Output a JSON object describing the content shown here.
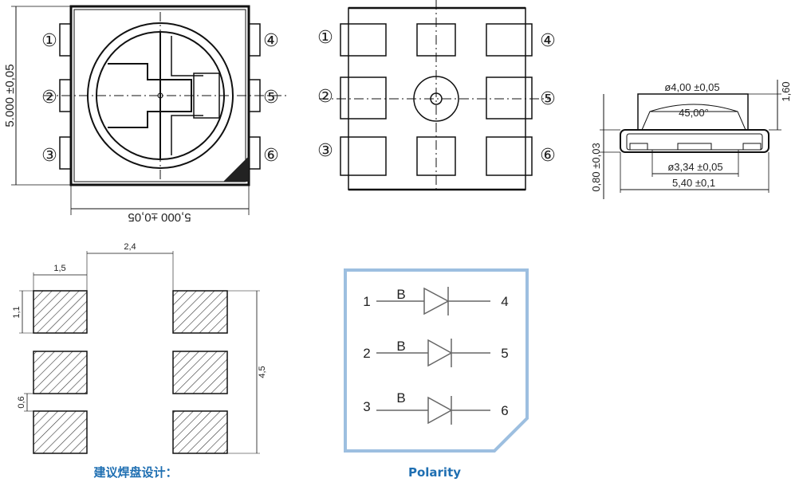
{
  "top_view": {
    "pins_left": [
      "①",
      "②",
      "③"
    ],
    "pins_right": [
      "④",
      "⑤",
      "⑥"
    ],
    "dim_height": "5.000 ±0,05",
    "dim_width": "5,000 ±0,05"
  },
  "bottom_view": {
    "pins_left": [
      "①",
      "②",
      "③"
    ],
    "pins_right": [
      "④",
      "⑤",
      "⑥"
    ]
  },
  "side_view": {
    "dia_top": "ø4,00 ±0,05",
    "angle": "45,00°",
    "dia_bottom": "ø3,34 ±0,05",
    "width": "5,40 ±0,1",
    "height_left": "0,80 ±0,03",
    "height_right": "1,60"
  },
  "footprint": {
    "dim_pitch": "2,4",
    "dim_pad_w": "1,5",
    "dim_pad_h": "1,1",
    "dim_total_h": "4,5",
    "dim_gap": "0,6",
    "caption": "建议焊盘设计："
  },
  "polarity": {
    "rows": [
      {
        "left": "1",
        "label": "B",
        "right": "4"
      },
      {
        "left": "2",
        "label": "B",
        "right": "5"
      },
      {
        "left": "3",
        "label": "B",
        "right": "6"
      }
    ],
    "caption": "Polarity",
    "border_color": "#9dbfe0"
  }
}
